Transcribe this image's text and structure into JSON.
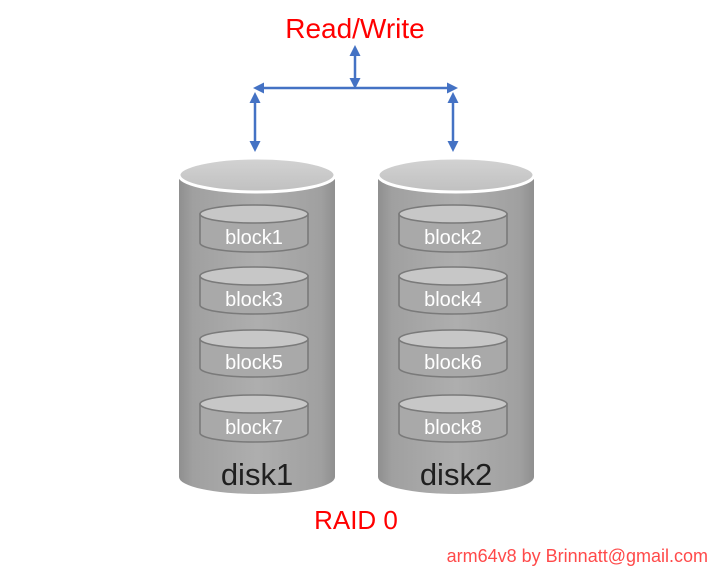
{
  "diagram": {
    "title": "Read/Write",
    "caption": "RAID 0",
    "attribution": "arm64v8 by Brinnatt@gmail.com"
  },
  "disks": [
    {
      "label": "disk1",
      "blocks": [
        "block1",
        "block3",
        "block5",
        "block7"
      ]
    },
    {
      "label": "disk2",
      "blocks": [
        "block2",
        "block4",
        "block6",
        "block8"
      ]
    }
  ],
  "arrows": {
    "color": "#4472c4",
    "items": [
      "readwrite-vertical-double-arrow",
      "bus-horizontal-double-arrow",
      "bus-to-disk1-double-arrow",
      "bus-to-disk2-double-arrow"
    ]
  },
  "colors": {
    "title_red": "#ff0000",
    "caption_red": "#ff0000",
    "attribution_red": "#ff4a4a",
    "arrow_blue": "#4472c4",
    "disk_body_gray": "#a6a6a6",
    "disk_top_gray": "#c9c9c9",
    "block_body_gray": "#a9a9a9",
    "block_top_gray": "#c7c7c7",
    "block_outline_gray": "#7a7a7a",
    "disk_label_color": "#1f1f1f",
    "block_label_color": "#ffffff"
  }
}
